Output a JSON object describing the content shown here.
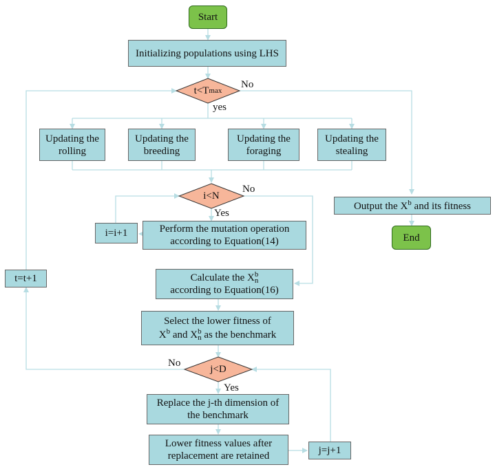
{
  "nodes": {
    "start": "Start",
    "init": "Initializing populations using LHS",
    "cond_t_main": "t<T",
    "cond_t_sub": "max",
    "rolling": "Updating the rolling",
    "breeding": "Updating the breeding",
    "foraging": "Updating the foraging",
    "stealing": "Updating the stealing",
    "cond_i": "i<N",
    "mutation": "Perform the mutation operation according to Equation(14)",
    "i_inc": "i=i+1",
    "t_inc": "t=t+1",
    "calc_pre": "Calculate the X",
    "calc_sup": "b",
    "calc_sub": "n",
    "calc_post": "according to Equation(16)",
    "select_line1": "Select the lower fitness of",
    "select_x1": "X",
    "select_sup1": "b",
    "select_and": " and X",
    "select_sup2": "b",
    "select_sub2": "n",
    "select_tail": " as the benchmark",
    "cond_j": "j<D",
    "replace": "Replace the j-th dimension of the benchmark",
    "lower": "Lower fitness values after replacement are retained",
    "j_inc": "j=j+1",
    "output_pre": "Output the X",
    "output_sup": "b",
    "output_post": " and its fitness",
    "end": "End"
  },
  "labels": {
    "t_no": "No",
    "t_yes": "yes",
    "i_no": "No",
    "i_yes": "Yes",
    "j_no": "No",
    "j_yes": "Yes"
  },
  "colors": {
    "process_fill": "#a9d9df",
    "terminal_fill": "#7cc24a",
    "decision_fill": "#f7b69a",
    "connector": "#b7dde3"
  }
}
